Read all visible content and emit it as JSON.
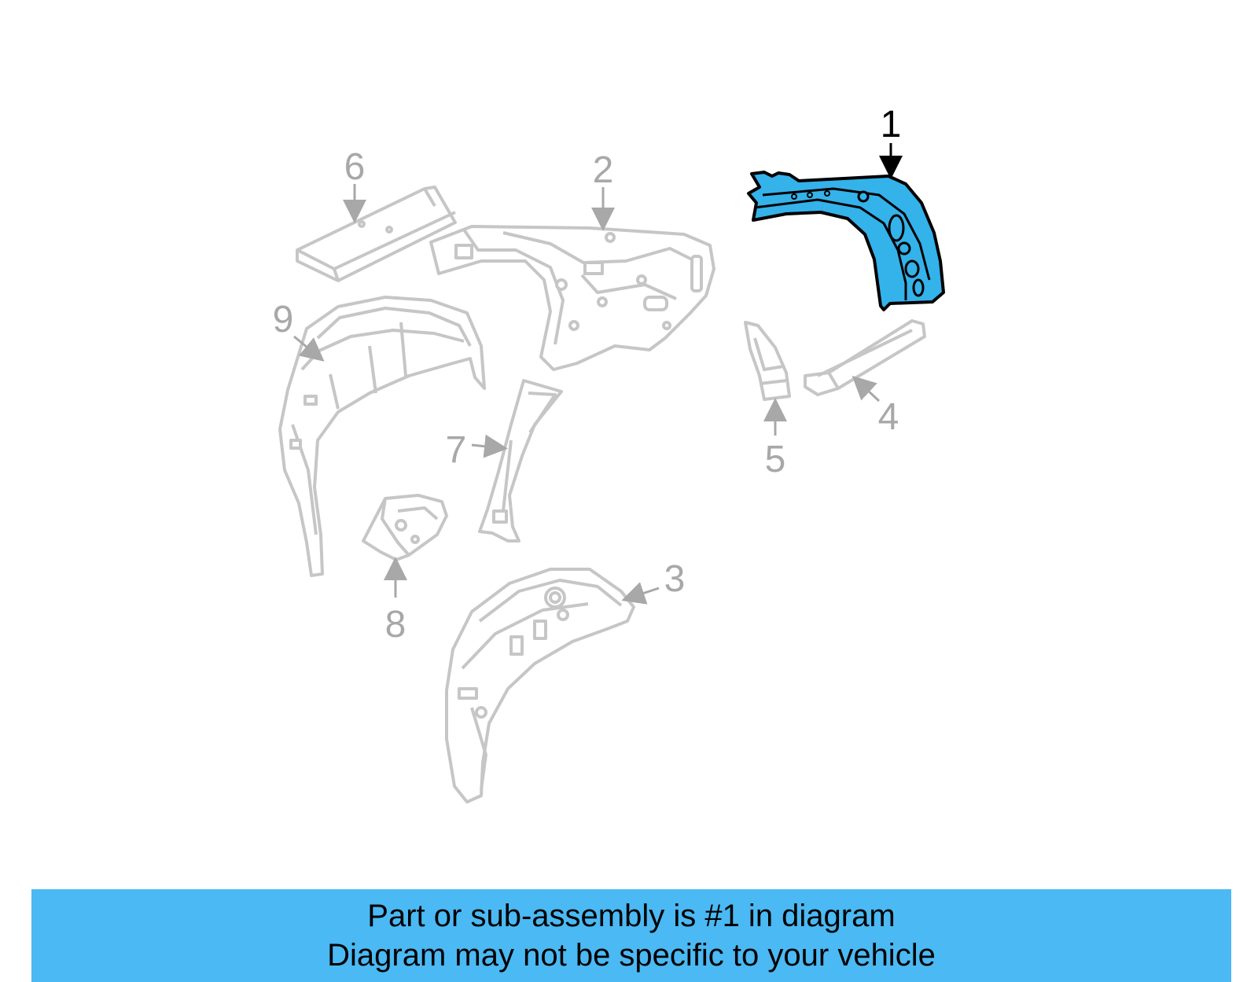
{
  "colors": {
    "highlight_fill": "#34b2ea",
    "highlight_stroke": "#000000",
    "ghost_stroke": "#c6c6c6",
    "ghost_text": "#a8a8a8",
    "banner": "#4bb9f3"
  },
  "callouts": {
    "part1": "1",
    "part2": "2",
    "part3": "3",
    "part4": "4",
    "part5": "5",
    "part6": "6",
    "part7": "7",
    "part8": "8",
    "part9": "9"
  },
  "banner": {
    "line1": "Part or sub-assembly is #1 in diagram",
    "line2": "Diagram may not be specific to your vehicle"
  }
}
